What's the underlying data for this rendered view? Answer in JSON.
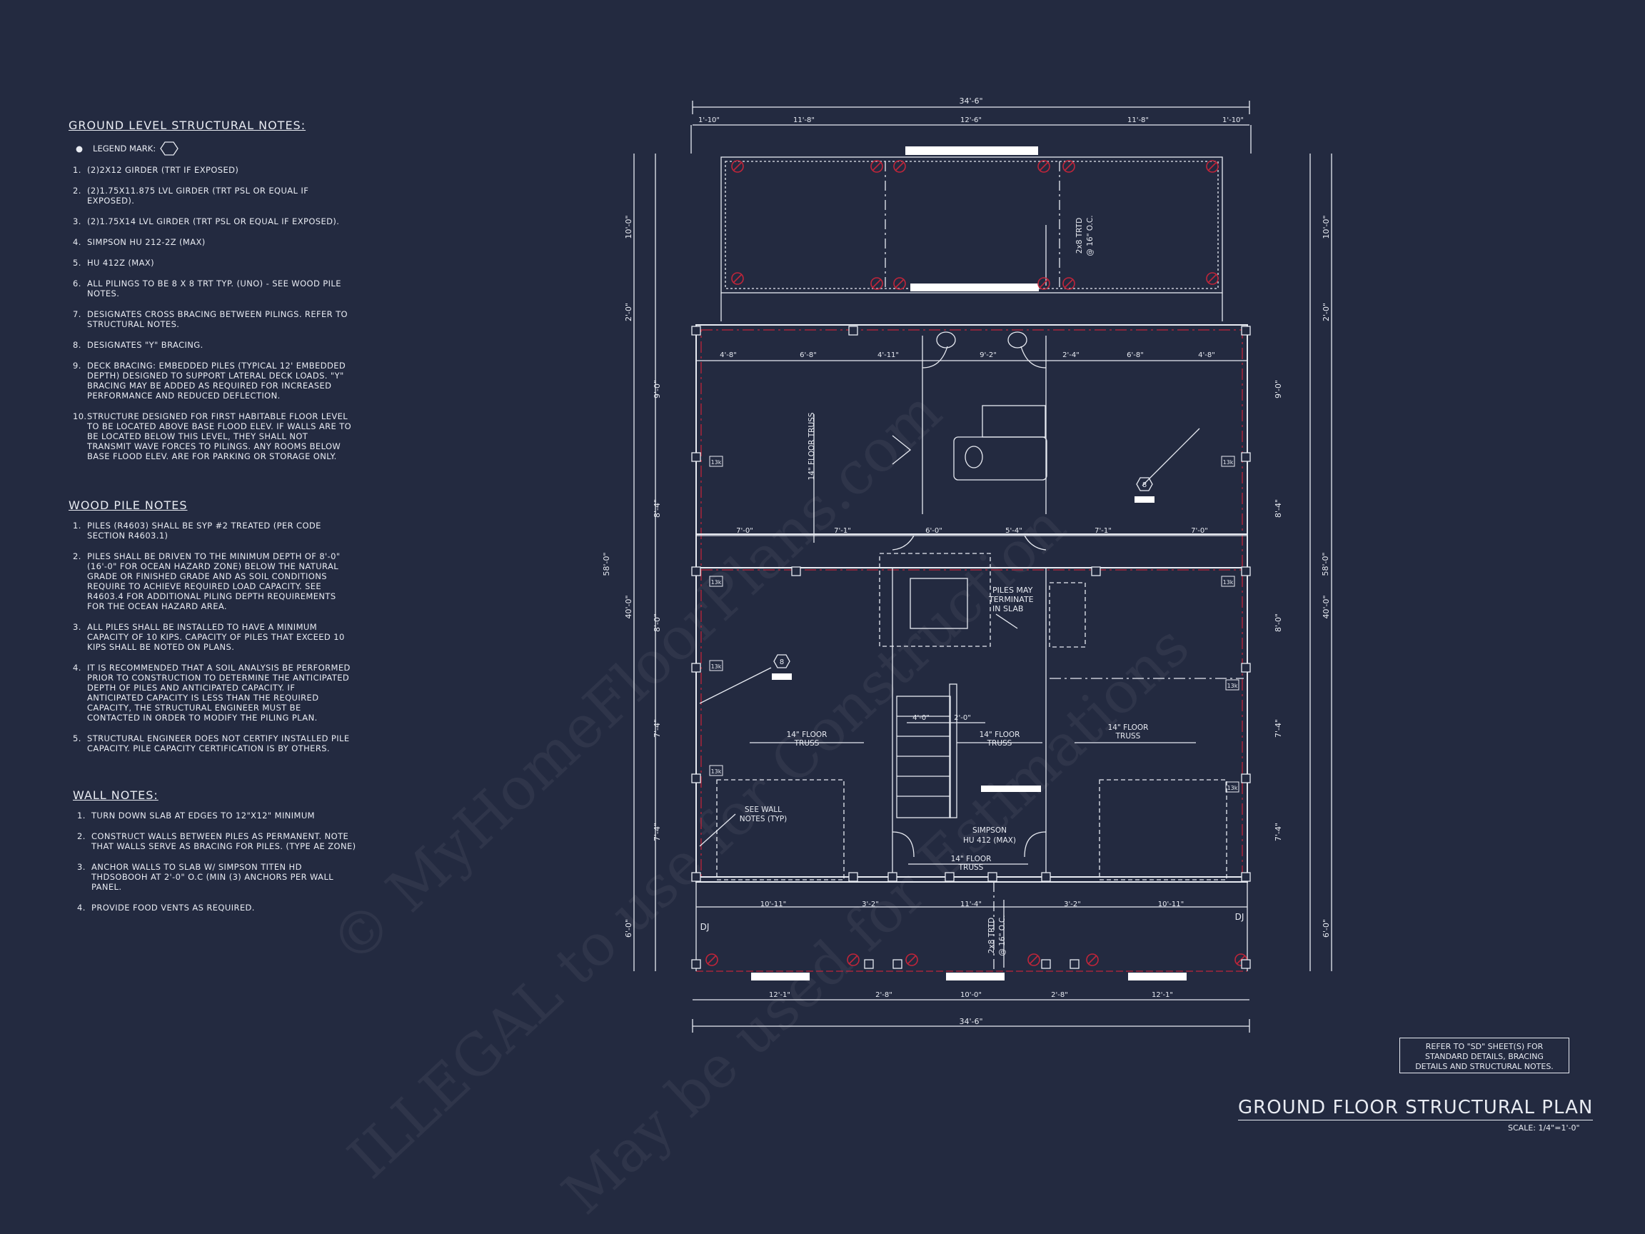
{
  "notes": {
    "ground": {
      "title": "GROUND LEVEL STRUCTURAL NOTES:",
      "legend": "LEGEND MARK:",
      "items": [
        "(2)2X12 GIRDER (TRT IF EXPOSED)",
        "(2)1.75X11.875 LVL GIRDER (TRT PSL OR EQUAL IF EXPOSED).",
        "(2)1.75X14 LVL GIRDER (TRT PSL OR EQUAL IF EXPOSED).",
        "SIMPSON HU 212-2Z (MAX)",
        "HU 412Z (MAX)",
        "ALL PILINGS TO BE 8 x 8 TRT TYP. (UNO) - SEE WOOD PILE NOTES.",
        "DESIGNATES CROSS BRACING BETWEEN PILINGS. REFER TO STRUCTURAL NOTES.",
        "DESIGNATES \"Y\" BRACING.",
        "DECK BRACING: EMBEDDED PILES (TYPICAL 12' EMBEDDED DEPTH) DESIGNED TO SUPPORT LATERAL DECK LOADS. \"Y\" BRACING MAY BE ADDED AS REQUIRED FOR INCREASED PERFORMANCE AND REDUCED DEFLECTION.",
        "STRUCTURE DESIGNED FOR FIRST HABITABLE FLOOR LEVEL TO BE LOCATED ABOVE BASE FLOOD ELEV. IF WALLS ARE TO BE LOCATED BELOW THIS LEVEL, THEY SHALL NOT TRANSMIT WAVE FORCES TO PILINGS. ANY ROOMS BELOW BASE FLOOD ELEV. ARE FOR PARKING OR STORAGE ONLY."
      ]
    },
    "wood": {
      "title": "WOOD PILE NOTES",
      "items": [
        "PILES (R4603) SHALL BE SYP #2 TREATED (PER CODE SECTION R4603.1)",
        "PILES SHALL BE DRIVEN TO THE MINIMUM DEPTH OF 8'-0\" (16'-0\" FOR OCEAN HAZARD ZONE) BELOW THE NATURAL GRADE OR FINISHED GRADE AND AS SOIL CONDITIONS REQUIRE TO ACHIEVE REQUIRED LOAD CAPACITY. SEE R4603.4 FOR ADDITIONAL PILING DEPTH REQUIREMENTS FOR THE OCEAN HAZARD AREA.",
        "ALL PILES SHALL BE INSTALLED TO HAVE A MINIMUM CAPACITY OF 10 KIPS. CAPACITY OF PILES THAT EXCEED 10 KIPS SHALL BE NOTED ON PLANS.",
        "IT IS RECOMMENDED THAT A SOIL ANALYSIS BE PERFORMED PRIOR TO CONSTRUCTION TO DETERMINE THE ANTICIPATED DEPTH OF PILES AND ANTICIPATED CAPACITY. IF ANTICIPATED CAPACITY IS LESS THAN THE REQUIRED CAPACITY, THE STRUCTURAL ENGINEER MUST BE CONTACTED IN ORDER TO MODIFY THE PILING PLAN.",
        "STRUCTURAL ENGINEER DOES NOT CERTIFY INSTALLED PILE CAPACITY. PILE CAPACITY CERTIFICATION IS BY OTHERS."
      ]
    },
    "wall": {
      "title": "WALL NOTES:",
      "items": [
        "TURN DOWN SLAB AT EDGES TO 12\"X12\" MINIMUM",
        "CONSTRUCT WALLS BETWEEN PILES AS PERMANENT. NOTE THAT WALLS SERVE AS BRACING FOR PILES. (TYPE AE ZONE)",
        "ANCHOR WALLS TO SLAB W/ SIMPSON TITEN HD THDSOBOOH AT 2'-0\" O.C (MIN (3) ANCHORS PER WALL PANEL.",
        "PROVIDE FOOD VENTS AS REQUIRED."
      ]
    }
  },
  "dims": {
    "overall_width": "34'-6\"",
    "overall_depth": "58'-0\"",
    "top_segments": [
      "1'-10\"",
      "11'-8\"",
      "12'-6\"",
      "11'-8\"",
      "1'-10\""
    ],
    "bottom_segments": [
      "12'-1\"",
      "2'-8\"",
      "10'-0\"",
      "2'-8\"",
      "12'-1\""
    ],
    "left_outer": [
      "10'-0\"",
      "2'-0\"",
      "40'-0\"",
      "6'-0\""
    ],
    "left_inner": [
      "9'-0\"",
      "8'-4\"",
      "8'-0\"",
      "7'-4\"",
      "7'-4\""
    ],
    "right_inner": [
      "9'-0\"",
      "8'-4\"",
      "8'-0\"",
      "7'-4\"",
      "7'-4\""
    ],
    "right_outer": [
      "10'-0\"",
      "2'-0\"",
      "40'-0\"",
      "6'-0\""
    ],
    "upper_row": [
      "4'-8\"",
      "6'-8\"",
      "4'-11\"",
      "9'-2\"",
      "2'-4\"",
      "6'-8\"",
      "4'-8\""
    ],
    "mid_row": [
      "7'-0\"",
      "7'-1\"",
      "6'-0\"",
      "5'-4\"",
      "7'-1\"",
      "7'-0\""
    ],
    "bottom_row": [
      "10'-11\"",
      "3'-2\"",
      "11'-4\"",
      "3'-2\"",
      "10'-11\""
    ],
    "stair": [
      "4'-0\"",
      "2'-0\""
    ]
  },
  "plan_labels": {
    "floor_truss": "14\" FLOOR TRUSS",
    "floor_truss_line1": "14\" FLOOR",
    "floor_truss_line2": "TRUSS",
    "deck_joist_line1": "2x8 TRTD",
    "deck_joist_line2": "@ 16\" O.C.",
    "piles_terminate_1": "PILES MAY",
    "piles_terminate_2": "TERMINATE",
    "piles_terminate_3": "IN SLAB",
    "see_wall_1": "SEE WALL",
    "see_wall_2": "NOTES (TYP)",
    "simpson_1": "SIMPSON",
    "simpson_2": "HU 412 (MAX)",
    "tag_13": "13k",
    "dj": "DJ",
    "hex_mark": "8"
  },
  "ref_note": [
    "REFER TO \"SD\" SHEET(S) FOR",
    "STANDARD DETAILS, BRACING",
    "DETAILS AND STRUCTURAL NOTES."
  ],
  "title": "GROUND FLOOR STRUCTURAL PLAN",
  "scale": "SCALE: 1/4\"=1'-0\"",
  "watermark": {
    "line1": "© MyHomeFloorPlans.com",
    "line2": "ILLEGAL to use for Construction",
    "line3": "May be used for Estimations"
  },
  "colors": {
    "background": "#232a40",
    "linework": "#e8ebf2",
    "redline": "#c0253a"
  }
}
